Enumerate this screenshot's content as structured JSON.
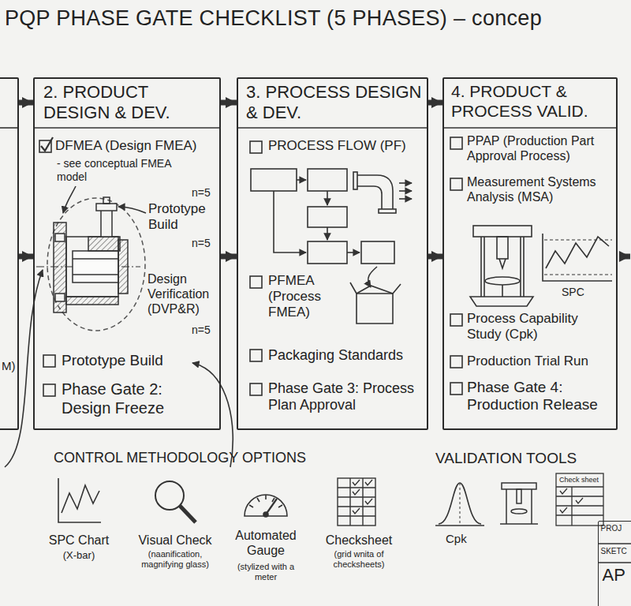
{
  "diagram": {
    "title": "PQP PHASE GATE CHECKLIST (5 PHASES) – concep",
    "nodes": [
      {
        "text": [
          "M)"
        ]
      },
      {
        "text": [
          "2. PRODUCT DESIGN & DEV.",
          "DFMEA (Design FMEA)",
          "- see conceptual FMEA model",
          "n=5",
          "Prototype Build",
          "n=5",
          "Design Verification (DVP&R)",
          "n=5",
          "Prototype Build",
          "Phase Gate 2: Design Freeze"
        ]
      },
      {
        "text": [
          "3. PROCESS DESIGN & DEV.",
          "PROCESS FLOW (PF)",
          "PFMEA (Process FMEA)",
          "Packaging Standards",
          "Phase Gate 3: Process Plan Approval"
        ]
      },
      {
        "text": [
          "4. PRODUCT & PROCESS VALID.",
          "PPAP (Production Part Approval Process)",
          "Measurement Systems Analysis (MSA)",
          "SPC",
          "Process Capability Study (Cpk)",
          "Production Trial Run",
          "Phase Gate 4: Production Release"
        ]
      },
      {
        "text": [
          "PROJ",
          "SKETC",
          "AP"
        ]
      }
    ],
    "edges": [
      {
        "from": 0,
        "to": 1,
        "arrow": "to"
      },
      {
        "from": 0,
        "to": 1,
        "arrow": "to"
      },
      {
        "from": 1,
        "to": 2,
        "arrow": "to"
      },
      {
        "from": 1,
        "to": 2,
        "arrow": "to"
      },
      {
        "from": 2,
        "to": 3,
        "arrow": "to"
      },
      {
        "from": 2,
        "to": 3,
        "arrow": "to"
      }
    ],
    "labels": [
      "CONTROL METHODOLOGY OPTIONS",
      "SPC Chart",
      "(X-bar)",
      "Visual Check",
      "(naanification, magnifying glass)",
      "Automated Gauge",
      "(stylized with a meter",
      "Checksheet",
      "(grid wnita of checksheets)",
      "VALIDATION TOOLS",
      "Cpk",
      "Check sheet"
    ]
  }
}
